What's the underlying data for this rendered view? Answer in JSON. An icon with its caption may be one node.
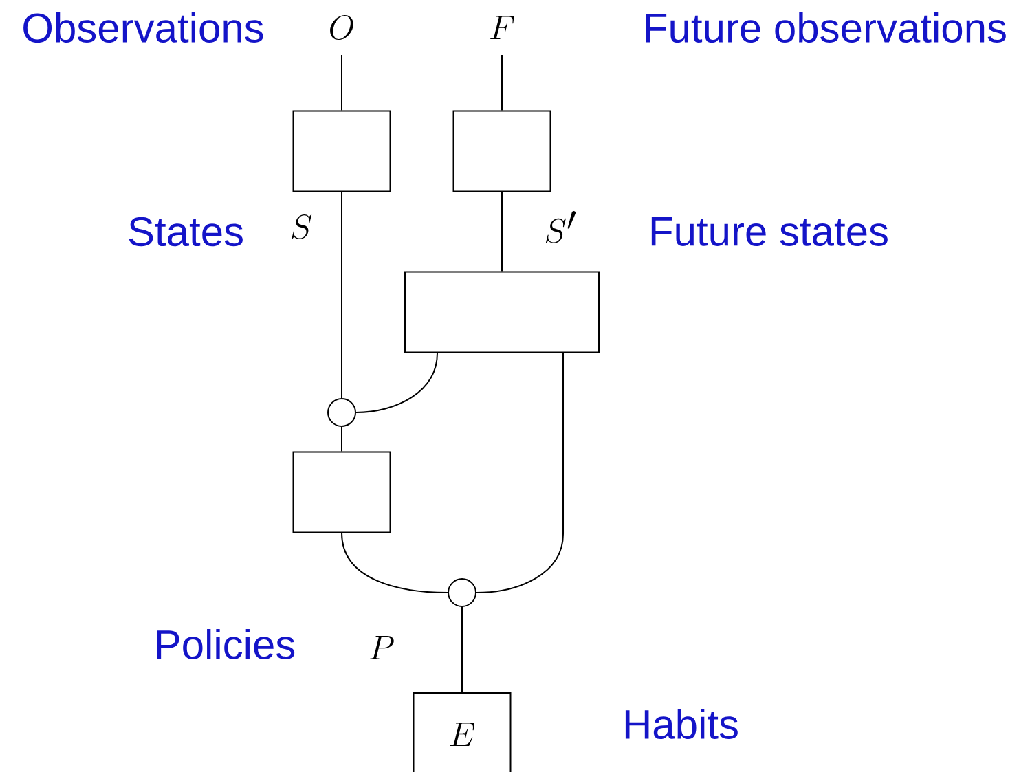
{
  "diagram": {
    "nodes": [
      {
        "text": [
          "O"
        ]
      },
      {
        "text": [
          "F"
        ]
      },
      {
        "text": [],
        "shape": "box"
      },
      {
        "text": [],
        "shape": "box"
      },
      {
        "text": [],
        "shape": "box"
      },
      {
        "text": [],
        "shape": "circle"
      },
      {
        "text": [],
        "shape": "box"
      },
      {
        "text": [],
        "shape": "circle"
      },
      {
        "text": [
          "E"
        ]
      }
    ],
    "edges": [
      {
        "from": 0,
        "to": 2,
        "arrow": "none"
      },
      {
        "from": 1,
        "to": 3,
        "arrow": "none"
      },
      {
        "from": 2,
        "to": 5,
        "arrow": "none",
        "label": "S"
      },
      {
        "from": 3,
        "to": 4,
        "arrow": "none",
        "label": "S'"
      },
      {
        "from": 4,
        "to": 5,
        "arrow": "none"
      },
      {
        "from": 5,
        "to": 6,
        "arrow": "none"
      },
      {
        "from": 6,
        "to": 7,
        "arrow": "none"
      },
      {
        "from": 4,
        "to": 7,
        "arrow": "none"
      },
      {
        "from": 7,
        "to": 8,
        "arrow": "none",
        "label": "P"
      }
    ],
    "labels": [
      "Observations",
      "Future observations",
      "States",
      "Future states",
      "Policies",
      "Habits"
    ]
  }
}
